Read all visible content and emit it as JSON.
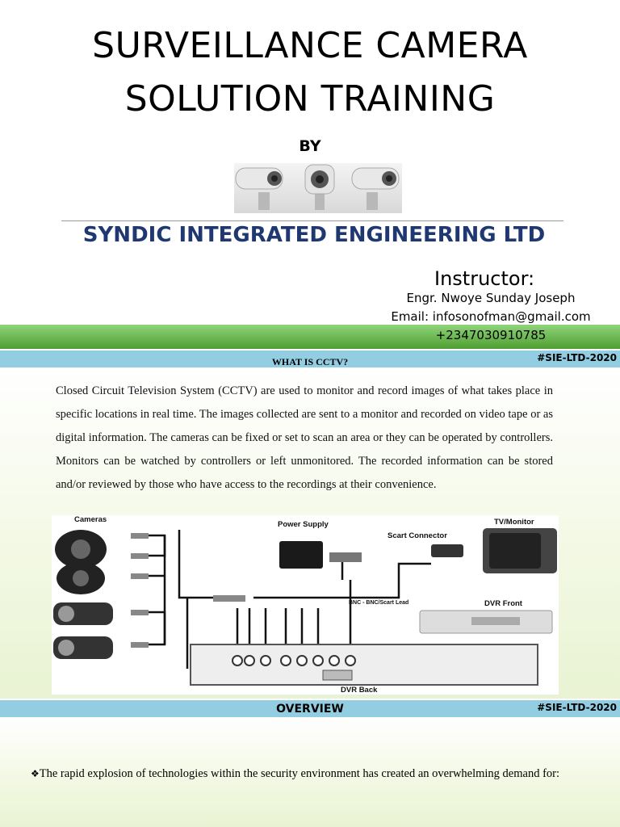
{
  "cover": {
    "title_line1": "SURVEILLANCE CAMERA",
    "title_line2": "SOLUTION TRAINING",
    "by": "BY",
    "company": "SYNDIC INTEGRATED ENGINEERING LTD",
    "instructor_label": "Instructor:",
    "instructor_name": "Engr. Nwoye Sunday Joseph",
    "email": "Email: infosonofman@gmail.com",
    "phone": "+2347030910785"
  },
  "slide1": {
    "title": "WHAT IS CCTV?",
    "tag": "#SIE-LTD-2020",
    "paragraph": "Closed Circuit Television System (CCTV)  are used to monitor and record images of  what takes place in specific locations in real  time. The images collected are sent to a  monitor and recorded on video tape or as  digital information. The cameras can be  fixed or set to scan an area or they can be  operated by controllers. Monitors can be  watched by controllers or left unmonitored.  The recorded information can be stored  and/or reviewed by those who have access  to the recordings at their convenience."
  },
  "diagram": {
    "cameras": "Cameras",
    "power_supply": "Power Supply",
    "scart_connector": "Scart Connector",
    "tv_monitor": "TV/Monitor",
    "bnc_lead": "BNC - BNC/Scart Lead",
    "dvr_front": "DVR Front",
    "dvr_back": "DVR Back"
  },
  "slide2": {
    "title": "OVERVIEW",
    "tag": "#SIE-LTD-2020",
    "bullet_symbol": "❖",
    "bullet_text": "The rapid explosion of technologies within the security  environment has created an overwhelming demand for:"
  }
}
